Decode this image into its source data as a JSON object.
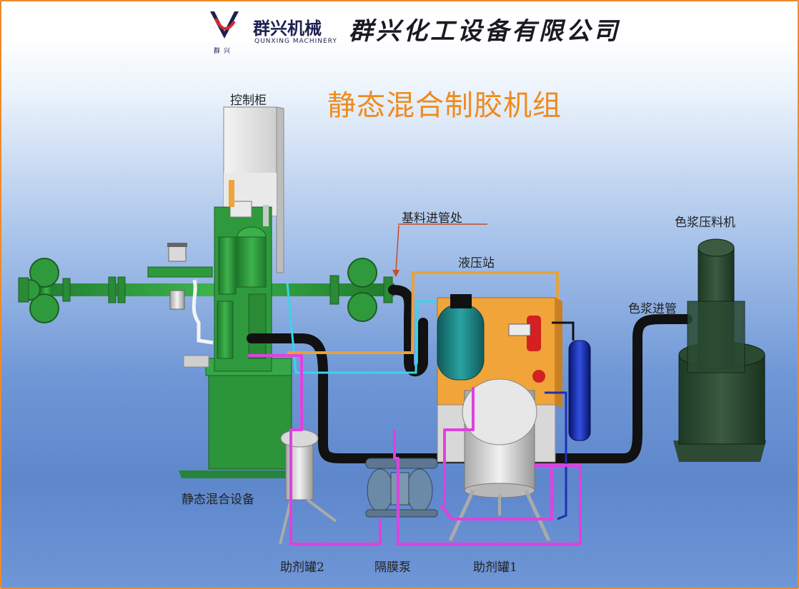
{
  "header": {
    "brand_name": "群兴机械",
    "brand_sub": "QUNXING MACHINERY",
    "brand_under": "群兴",
    "company_name": "群兴化工设备有限公司"
  },
  "title": "静态混合制胶机组",
  "labels": {
    "control_cabinet": "控制柜",
    "base_inlet": "基料进管处",
    "hydraulic_station": "液压站",
    "color_press": "色浆压料机",
    "color_inlet": "色浆进管",
    "static_mixer": "静态混合设备",
    "additive_tank_2": "助剂罐2",
    "diaphragm_pump": "隔膜泵",
    "additive_tank_1": "助剂罐1"
  },
  "colors": {
    "frame_border": "#ef8a2a",
    "title": "#f08a1c",
    "machine_green": "#2e9a3c",
    "hose_black": "#111111",
    "pipe_magenta": "#e040e0",
    "pipe_cyan": "#39d4e8",
    "pipe_orange": "#e6a23a",
    "pipe_blue": "#2030b0",
    "hydraulic_panel": "#f0a43a",
    "motor_teal": "#1f8a8a"
  }
}
